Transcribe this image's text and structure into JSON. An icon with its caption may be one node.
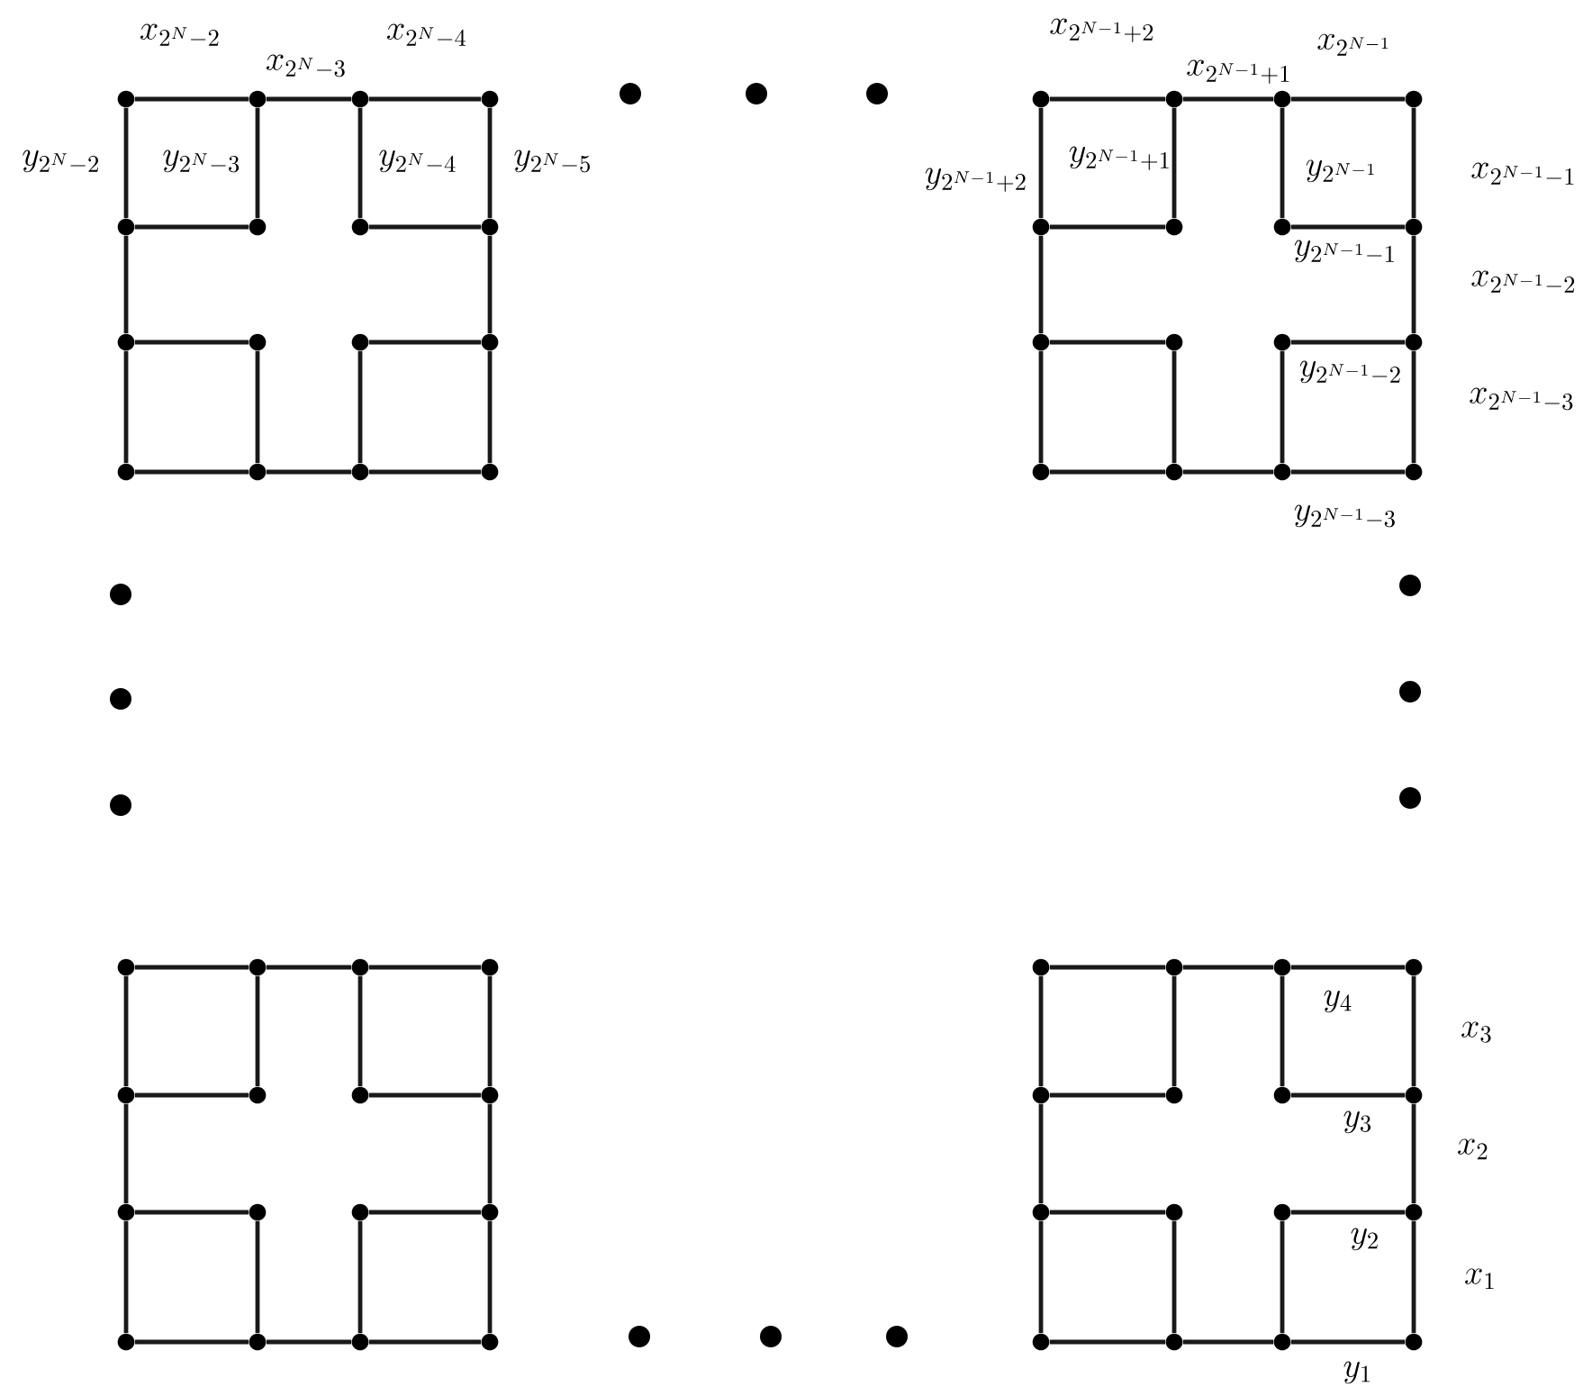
{
  "diagram": {
    "nodes": [
      {
        "text": [],
        "shape": "circle"
      },
      {
        "text": [],
        "shape": "circle"
      },
      {
        "text": [],
        "shape": "circle"
      },
      {
        "text": [],
        "shape": "circle"
      },
      {
        "text": [],
        "shape": "circle"
      },
      {
        "text": [],
        "shape": "circle"
      },
      {
        "text": [],
        "shape": "circle"
      },
      {
        "text": [],
        "shape": "circle"
      },
      {
        "text": [],
        "shape": "circle"
      },
      {
        "text": [],
        "shape": "circle"
      },
      {
        "text": [],
        "shape": "circle"
      },
      {
        "text": [],
        "shape": "circle"
      },
      {
        "text": [],
        "shape": "circle"
      },
      {
        "text": [],
        "shape": "circle"
      },
      {
        "text": [],
        "shape": "circle"
      },
      {
        "text": [],
        "shape": "circle"
      },
      {
        "text": [],
        "shape": "circle"
      },
      {
        "text": [],
        "shape": "circle"
      },
      {
        "text": [],
        "shape": "circle"
      },
      {
        "text": [],
        "shape": "circle"
      },
      {
        "text": [],
        "shape": "circle"
      },
      {
        "text": [],
        "shape": "circle"
      },
      {
        "text": [],
        "shape": "circle"
      },
      {
        "text": [],
        "shape": "circle"
      },
      {
        "text": [],
        "shape": "circle"
      },
      {
        "text": [],
        "shape": "circle"
      },
      {
        "text": [],
        "shape": "circle"
      },
      {
        "text": [],
        "shape": "circle"
      },
      {
        "text": [],
        "shape": "circle"
      },
      {
        "text": [],
        "shape": "circle"
      },
      {
        "text": [],
        "shape": "circle"
      },
      {
        "text": [],
        "shape": "circle"
      },
      {
        "text": [],
        "shape": "circle"
      },
      {
        "text": [],
        "shape": "circle"
      },
      {
        "text": [],
        "shape": "circle"
      },
      {
        "text": [],
        "shape": "circle"
      },
      {
        "text": [],
        "shape": "circle"
      },
      {
        "text": [],
        "shape": "circle"
      },
      {
        "text": [],
        "shape": "circle"
      },
      {
        "text": [],
        "shape": "circle"
      },
      {
        "text": [],
        "shape": "circle"
      },
      {
        "text": [],
        "shape": "circle"
      },
      {
        "text": [],
        "shape": "circle"
      },
      {
        "text": [],
        "shape": "circle"
      },
      {
        "text": [],
        "shape": "circle"
      },
      {
        "text": [],
        "shape": "circle"
      },
      {
        "text": [],
        "shape": "circle"
      },
      {
        "text": [],
        "shape": "circle"
      },
      {
        "text": [],
        "shape": "circle"
      },
      {
        "text": [],
        "shape": "circle"
      },
      {
        "text": [],
        "shape": "circle"
      },
      {
        "text": [],
        "shape": "circle"
      },
      {
        "text": [],
        "shape": "circle"
      },
      {
        "text": [],
        "shape": "circle"
      },
      {
        "text": [],
        "shape": "circle"
      },
      {
        "text": [],
        "shape": "circle"
      },
      {
        "text": [],
        "shape": "circle"
      },
      {
        "text": [],
        "shape": "circle"
      },
      {
        "text": [],
        "shape": "circle"
      },
      {
        "text": [],
        "shape": "circle"
      },
      {
        "text": [],
        "shape": "circle"
      },
      {
        "text": [],
        "shape": "circle"
      },
      {
        "text": [],
        "shape": "circle"
      },
      {
        "text": [],
        "shape": "circle"
      }
    ],
    "edges": [
      {
        "from": 0,
        "to": 1,
        "arrow": "none"
      },
      {
        "from": 1,
        "to": 2,
        "arrow": "none"
      },
      {
        "from": 2,
        "to": 3,
        "arrow": "none"
      },
      {
        "from": 0,
        "to": 4,
        "arrow": "none"
      },
      {
        "from": 4,
        "to": 8,
        "arrow": "none"
      },
      {
        "from": 8,
        "to": 12,
        "arrow": "none"
      },
      {
        "from": 3,
        "to": 7,
        "arrow": "none"
      },
      {
        "from": 7,
        "to": 11,
        "arrow": "none"
      },
      {
        "from": 11,
        "to": 15,
        "arrow": "none"
      },
      {
        "from": 12,
        "to": 13,
        "arrow": "none"
      },
      {
        "from": 13,
        "to": 14,
        "arrow": "none"
      },
      {
        "from": 14,
        "to": 15,
        "arrow": "none"
      },
      {
        "from": 1,
        "to": 5,
        "arrow": "none"
      },
      {
        "from": 4,
        "to": 5,
        "arrow": "none"
      },
      {
        "from": 2,
        "to": 6,
        "arrow": "none"
      },
      {
        "from": 6,
        "to": 7,
        "arrow": "none"
      },
      {
        "from": 8,
        "to": 9,
        "arrow": "none"
      },
      {
        "from": 9,
        "to": 13,
        "arrow": "none"
      },
      {
        "from": 10,
        "to": 11,
        "arrow": "none"
      },
      {
        "from": 10,
        "to": 14,
        "arrow": "none"
      },
      {
        "from": 16,
        "to": 17,
        "arrow": "none"
      },
      {
        "from": 17,
        "to": 18,
        "arrow": "none"
      },
      {
        "from": 18,
        "to": 19,
        "arrow": "none"
      },
      {
        "from": 16,
        "to": 20,
        "arrow": "none"
      },
      {
        "from": 20,
        "to": 24,
        "arrow": "none"
      },
      {
        "from": 24,
        "to": 28,
        "arrow": "none"
      },
      {
        "from": 19,
        "to": 23,
        "arrow": "none"
      },
      {
        "from": 23,
        "to": 27,
        "arrow": "none"
      },
      {
        "from": 27,
        "to": 31,
        "arrow": "none"
      },
      {
        "from": 28,
        "to": 29,
        "arrow": "none"
      },
      {
        "from": 29,
        "to": 30,
        "arrow": "none"
      },
      {
        "from": 30,
        "to": 31,
        "arrow": "none"
      },
      {
        "from": 17,
        "to": 21,
        "arrow": "none"
      },
      {
        "from": 20,
        "to": 21,
        "arrow": "none"
      },
      {
        "from": 18,
        "to": 22,
        "arrow": "none"
      },
      {
        "from": 22,
        "to": 23,
        "arrow": "none"
      },
      {
        "from": 24,
        "to": 25,
        "arrow": "none"
      },
      {
        "from": 25,
        "to": 29,
        "arrow": "none"
      },
      {
        "from": 26,
        "to": 27,
        "arrow": "none"
      },
      {
        "from": 26,
        "to": 30,
        "arrow": "none"
      },
      {
        "from": 32,
        "to": 33,
        "arrow": "none"
      },
      {
        "from": 33,
        "to": 34,
        "arrow": "none"
      },
      {
        "from": 34,
        "to": 35,
        "arrow": "none"
      },
      {
        "from": 32,
        "to": 36,
        "arrow": "none"
      },
      {
        "from": 36,
        "to": 40,
        "arrow": "none"
      },
      {
        "from": 40,
        "to": 44,
        "arrow": "none"
      },
      {
        "from": 35,
        "to": 39,
        "arrow": "none"
      },
      {
        "from": 39,
        "to": 43,
        "arrow": "none"
      },
      {
        "from": 43,
        "to": 47,
        "arrow": "none"
      },
      {
        "from": 44,
        "to": 45,
        "arrow": "none"
      },
      {
        "from": 45,
        "to": 46,
        "arrow": "none"
      },
      {
        "from": 46,
        "to": 47,
        "arrow": "none"
      },
      {
        "from": 33,
        "to": 37,
        "arrow": "none"
      },
      {
        "from": 36,
        "to": 37,
        "arrow": "none"
      },
      {
        "from": 34,
        "to": 38,
        "arrow": "none"
      },
      {
        "from": 38,
        "to": 39,
        "arrow": "none"
      },
      {
        "from": 40,
        "to": 41,
        "arrow": "none"
      },
      {
        "from": 41,
        "to": 45,
        "arrow": "none"
      },
      {
        "from": 42,
        "to": 43,
        "arrow": "none"
      },
      {
        "from": 42,
        "to": 46,
        "arrow": "none"
      },
      {
        "from": 48,
        "to": 49,
        "arrow": "none"
      },
      {
        "from": 49,
        "to": 50,
        "arrow": "none"
      },
      {
        "from": 50,
        "to": 51,
        "arrow": "none"
      },
      {
        "from": 48,
        "to": 52,
        "arrow": "none"
      },
      {
        "from": 52,
        "to": 56,
        "arrow": "none"
      },
      {
        "from": 56,
        "to": 60,
        "arrow": "none"
      },
      {
        "from": 51,
        "to": 55,
        "arrow": "none"
      },
      {
        "from": 55,
        "to": 59,
        "arrow": "none"
      },
      {
        "from": 59,
        "to": 63,
        "arrow": "none"
      },
      {
        "from": 60,
        "to": 61,
        "arrow": "none"
      },
      {
        "from": 61,
        "to": 62,
        "arrow": "none"
      },
      {
        "from": 62,
        "to": 63,
        "arrow": "none"
      },
      {
        "from": 49,
        "to": 53,
        "arrow": "none"
      },
      {
        "from": 52,
        "to": 53,
        "arrow": "none"
      },
      {
        "from": 50,
        "to": 54,
        "arrow": "none"
      },
      {
        "from": 54,
        "to": 55,
        "arrow": "none"
      },
      {
        "from": 56,
        "to": 57,
        "arrow": "none"
      },
      {
        "from": 57,
        "to": 61,
        "arrow": "none"
      },
      {
        "from": 58,
        "to": 59,
        "arrow": "none"
      },
      {
        "from": 58,
        "to": 62,
        "arrow": "none"
      }
    ],
    "labels": [
      "x_{2^N-2}",
      "x_{2^N-3}",
      "x_{2^N-4}",
      "y_{2^N-2}",
      "y_{2^N-3}",
      "y_{2^N-4}",
      "y_{2^N-5}",
      "x_{2^{N-1}+2}",
      "x_{2^{N-1}+1}",
      "x_{2^{N-1}}",
      "y_{2^{N-1}+2}",
      "y_{2^{N-1}+1}",
      "y_{2^{N-1}}",
      "x_{2^{N-1}-1}",
      "y_{2^{N-1}-1}",
      "x_{2^{N-1}-2}",
      "y_{2^{N-1}-2}",
      "x_{2^{N-1}-3}",
      "y_{2^{N-1}-3}",
      "y_4",
      "x_3",
      "y_3",
      "x_2",
      "y_2",
      "x_1",
      "y_1"
    ]
  }
}
